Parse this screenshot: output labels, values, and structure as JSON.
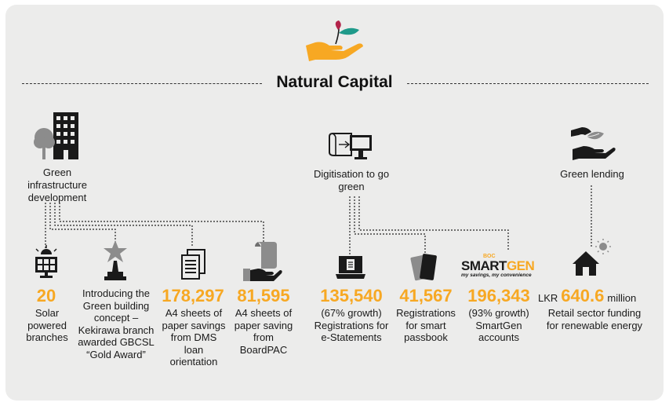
{
  "title": "Natural Capital",
  "categories": [
    {
      "label": "Green infrastructure development",
      "icon": "building-tree-icon"
    },
    {
      "label": "Digitisation to go green",
      "icon": "scroll-monitor-icon"
    },
    {
      "label": "Green lending",
      "icon": "hand-leaf-icon"
    }
  ],
  "items": [
    {
      "value": "20",
      "text": "Solar powered branches",
      "icon": "solar-panel-icon"
    },
    {
      "value": "",
      "text": "Introducing the Green building concept – Kekirawa branch awarded GBCSL “Gold Award”",
      "icon": "trophy-icon"
    },
    {
      "value": "178,297",
      "text": "A4 sheets of paper savings from DMS loan orientation",
      "icon": "documents-icon"
    },
    {
      "value": "81,595",
      "text": "A4 sheets of paper saving from BoardPAC",
      "icon": "hand-scroll-icon"
    },
    {
      "value": "135,540",
      "text": "(67% growth) Registrations for e-Statements",
      "icon": "laptop-icon"
    },
    {
      "value": "41,567",
      "text": "Registrations for smart passbook",
      "icon": "smartphone-icon"
    },
    {
      "value": "196,343",
      "text": "(93% growth) SmartGen accounts",
      "icon": "smartgen-logo"
    },
    {
      "value": "640.6",
      "prefix": "LKR",
      "suffix": "million",
      "text": "Retail sector funding for renewable energy",
      "icon": "solar-house-icon"
    }
  ],
  "smartgen": {
    "boc": "BOC",
    "brand_a": "SMART",
    "brand_b": "GEN",
    "tagline": "my savings, my convenience"
  },
  "colors": {
    "accent": "#f7a823",
    "background": "#ececeb",
    "leaf_red": "#b3234a",
    "leaf_teal": "#1f9a8a",
    "icon_dark": "#1a1a1a"
  }
}
